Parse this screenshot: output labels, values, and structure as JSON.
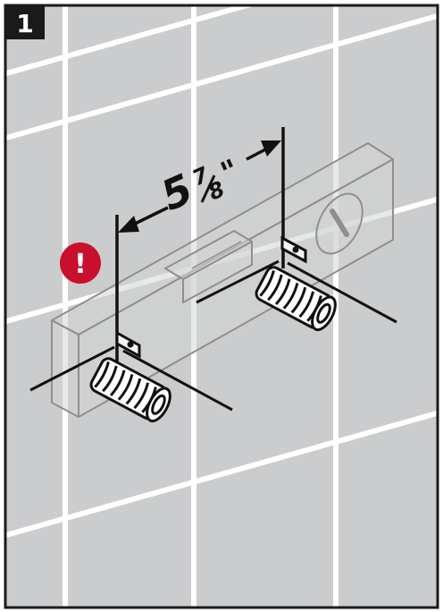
{
  "step": {
    "number": "1"
  },
  "measurement": {
    "whole": "5",
    "numerator": "7",
    "denominator": "8",
    "unit": "\""
  },
  "warning": {
    "symbol": "!",
    "icon": "exclamation-icon"
  },
  "colors": {
    "wall": "#cbcccd",
    "grout": "#ffffff",
    "ink": "#111111",
    "warning": "#c8102e",
    "level_outline": "#8a8a8a"
  }
}
